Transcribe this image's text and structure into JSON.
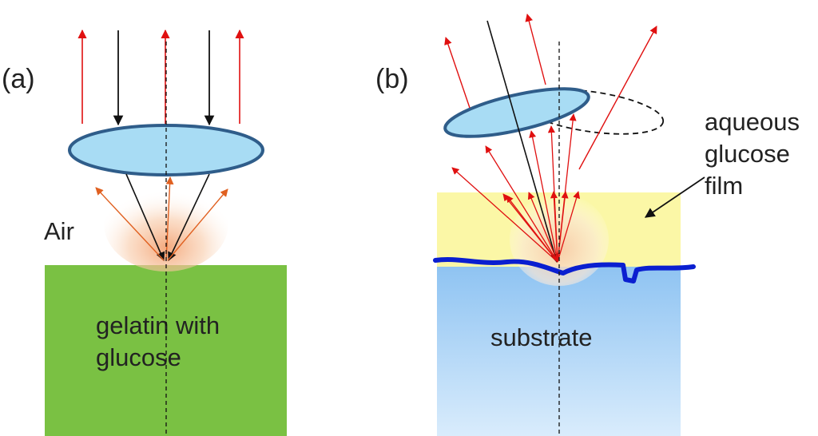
{
  "panel_a": {
    "tag": "(a)",
    "medium_label": "Air",
    "sample_label_line1": "gelatin with",
    "sample_label_line2": "glucose"
  },
  "panel_b": {
    "tag": "(b)",
    "film_label_line1": "aqueous",
    "film_label_line2": "glucose",
    "film_label_line3": "film",
    "substrate_label": "substrate"
  },
  "colors": {
    "incident_ray": "#111111",
    "reflected_ray": "#e01010",
    "scattered_ray": "#e06020",
    "lens_fill": "#a8dcf4",
    "lens_stroke": "#2f5d8a",
    "gelatin_fill": "#7ac143",
    "film_fill": "#fbf7a6",
    "substrate_top": "#8ec3f2",
    "substrate_bottom": "#d9ecfc",
    "interface_line": "#0a1fd0",
    "glow": "#f6b07a"
  }
}
